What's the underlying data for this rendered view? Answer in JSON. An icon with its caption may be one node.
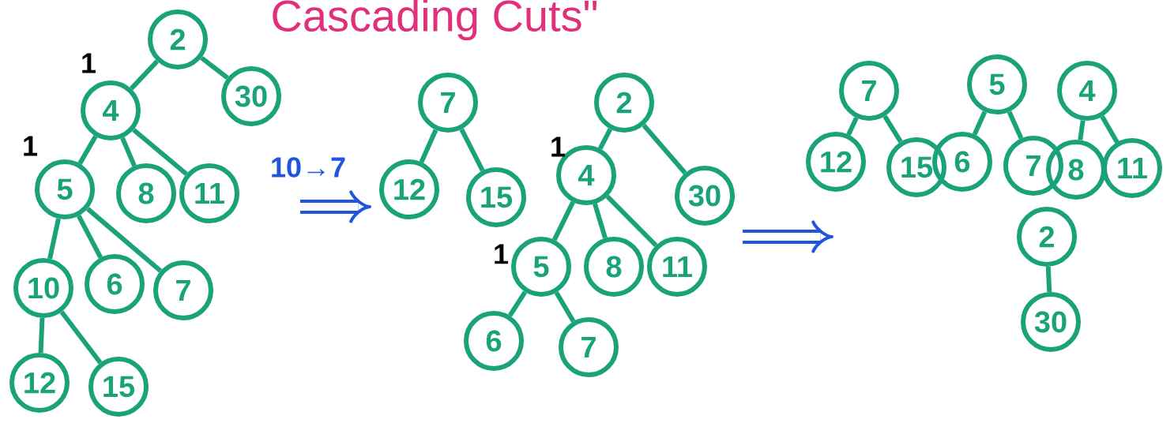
{
  "diagram": {
    "title": "Cascading Cuts\"",
    "nodes": [
      {
        "text": [
          "2"
        ]
      },
      {
        "text": [
          "30"
        ]
      },
      {
        "text": [
          "4"
        ]
      },
      {
        "text": [
          "5"
        ]
      },
      {
        "text": [
          "8"
        ]
      },
      {
        "text": [
          "11"
        ]
      },
      {
        "text": [
          "10"
        ]
      },
      {
        "text": [
          "6"
        ]
      },
      {
        "text": [
          "7"
        ]
      },
      {
        "text": [
          "12"
        ]
      },
      {
        "text": [
          "15"
        ]
      },
      {
        "text": [
          "7"
        ]
      },
      {
        "text": [
          "12"
        ]
      },
      {
        "text": [
          "15"
        ]
      },
      {
        "text": [
          "2"
        ]
      },
      {
        "text": [
          "4"
        ]
      },
      {
        "text": [
          "30"
        ]
      },
      {
        "text": [
          "5"
        ]
      },
      {
        "text": [
          "8"
        ]
      },
      {
        "text": [
          "11"
        ]
      },
      {
        "text": [
          "6"
        ]
      },
      {
        "text": [
          "7"
        ]
      },
      {
        "text": [
          "7"
        ]
      },
      {
        "text": [
          "12"
        ]
      },
      {
        "text": [
          "15"
        ]
      },
      {
        "text": [
          "5"
        ]
      },
      {
        "text": [
          "6"
        ]
      },
      {
        "text": [
          "7"
        ]
      },
      {
        "text": [
          "4"
        ]
      },
      {
        "text": [
          "8"
        ]
      },
      {
        "text": [
          "11"
        ]
      },
      {
        "text": [
          "2"
        ]
      },
      {
        "text": [
          "30"
        ]
      }
    ],
    "edges": [
      {
        "from": 0,
        "to": 2,
        "arrow": "none"
      },
      {
        "from": 0,
        "to": 1,
        "arrow": "none"
      },
      {
        "from": 2,
        "to": 3,
        "arrow": "none"
      },
      {
        "from": 2,
        "to": 4,
        "arrow": "none"
      },
      {
        "from": 2,
        "to": 5,
        "arrow": "none"
      },
      {
        "from": 3,
        "to": 6,
        "arrow": "none"
      },
      {
        "from": 3,
        "to": 7,
        "arrow": "none"
      },
      {
        "from": 3,
        "to": 8,
        "arrow": "none"
      },
      {
        "from": 6,
        "to": 9,
        "arrow": "none"
      },
      {
        "from": 6,
        "to": 10,
        "arrow": "none"
      },
      {
        "from": 11,
        "to": 12,
        "arrow": "none"
      },
      {
        "from": 11,
        "to": 13,
        "arrow": "none"
      },
      {
        "from": 14,
        "to": 15,
        "arrow": "none"
      },
      {
        "from": 14,
        "to": 16,
        "arrow": "none"
      },
      {
        "from": 15,
        "to": 17,
        "arrow": "none"
      },
      {
        "from": 15,
        "to": 18,
        "arrow": "none"
      },
      {
        "from": 15,
        "to": 19,
        "arrow": "none"
      },
      {
        "from": 17,
        "to": 20,
        "arrow": "none"
      },
      {
        "from": 17,
        "to": 21,
        "arrow": "none"
      },
      {
        "from": 22,
        "to": 23,
        "arrow": "none"
      },
      {
        "from": 22,
        "to": 24,
        "arrow": "none"
      },
      {
        "from": 25,
        "to": 26,
        "arrow": "none"
      },
      {
        "from": 25,
        "to": 27,
        "arrow": "none"
      },
      {
        "from": 28,
        "to": 29,
        "arrow": "none"
      },
      {
        "from": 28,
        "to": 30,
        "arrow": "none"
      },
      {
        "from": 31,
        "to": 32,
        "arrow": "none"
      }
    ],
    "labels": [
      "1",
      "1",
      "10→7",
      "1",
      "1"
    ]
  }
}
